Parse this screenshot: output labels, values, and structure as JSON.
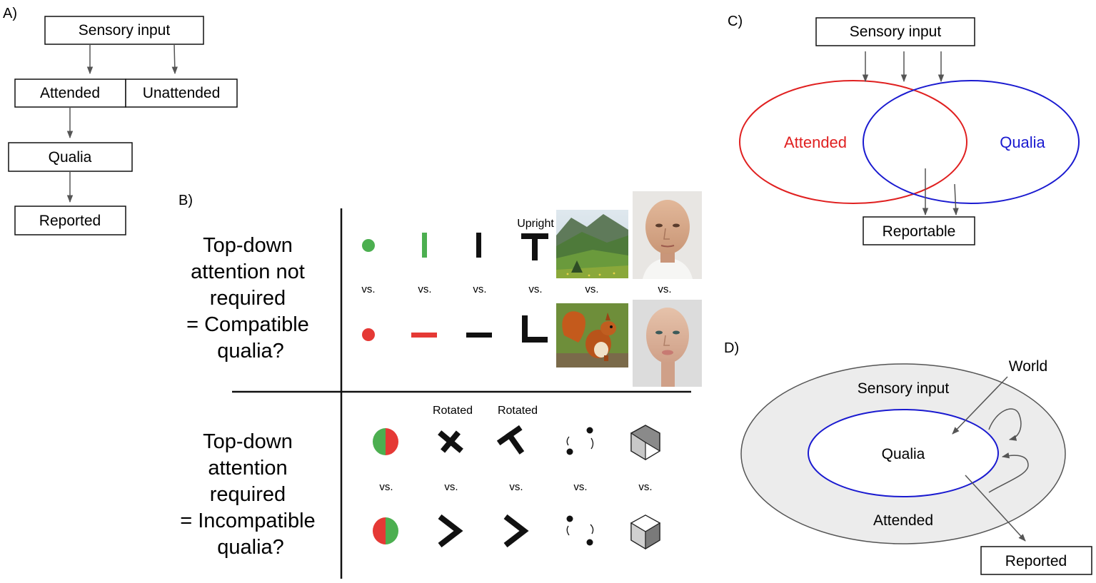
{
  "panel_a": {
    "label": "A)",
    "sensory_input": "Sensory input",
    "attended": "Attended",
    "unattended": "Unattended",
    "qualia": "Qualia",
    "reported": "Reported"
  },
  "panel_b": {
    "label": "B)",
    "compatible_lines": [
      "Top-down",
      "attention not",
      "required",
      "= Compatible",
      "qualia?"
    ],
    "incompatible_lines": [
      "Top-down",
      "attention",
      "required",
      "= Incompatible",
      "qualia?"
    ],
    "vs": "vs.",
    "upright_label": "Upright",
    "rotated_label": "Rotated",
    "colors": {
      "green": "#4caf50",
      "red": "#e53935",
      "black": "#111111"
    },
    "stimuli_top": [
      "green-dot",
      "red-dot",
      "green-vertical-bar",
      "red-horizontal-bar",
      "black-vertical-bar",
      "black-horizontal-bar",
      "letter-t",
      "letter-l",
      "mountain-landscape-photo",
      "squirrel-photo",
      "male-face-photo",
      "female-face-photo"
    ],
    "stimuli_bottom": [
      "split-disc-green-red",
      "split-disc-red-green",
      "rotated-cross",
      "chevron",
      "rotated-t",
      "chevron",
      "apparent-motion-dots",
      "apparent-motion-dots",
      "necker-cube-view-1",
      "necker-cube-view-2"
    ]
  },
  "panel_c": {
    "label": "C)",
    "sensory_input": "Sensory input",
    "attended": "Attended",
    "qualia": "Qualia",
    "reportable": "Reportable",
    "colors": {
      "attended": "#e02020",
      "qualia": "#1a1ad0"
    }
  },
  "panel_d": {
    "label": "D)",
    "world": "World",
    "sensory_input": "Sensory input",
    "qualia": "Qualia",
    "attended": "Attended",
    "reported": "Reported",
    "colors": {
      "ring_fill": "#ececec",
      "qualia_ring": "#1a1ad0"
    }
  }
}
